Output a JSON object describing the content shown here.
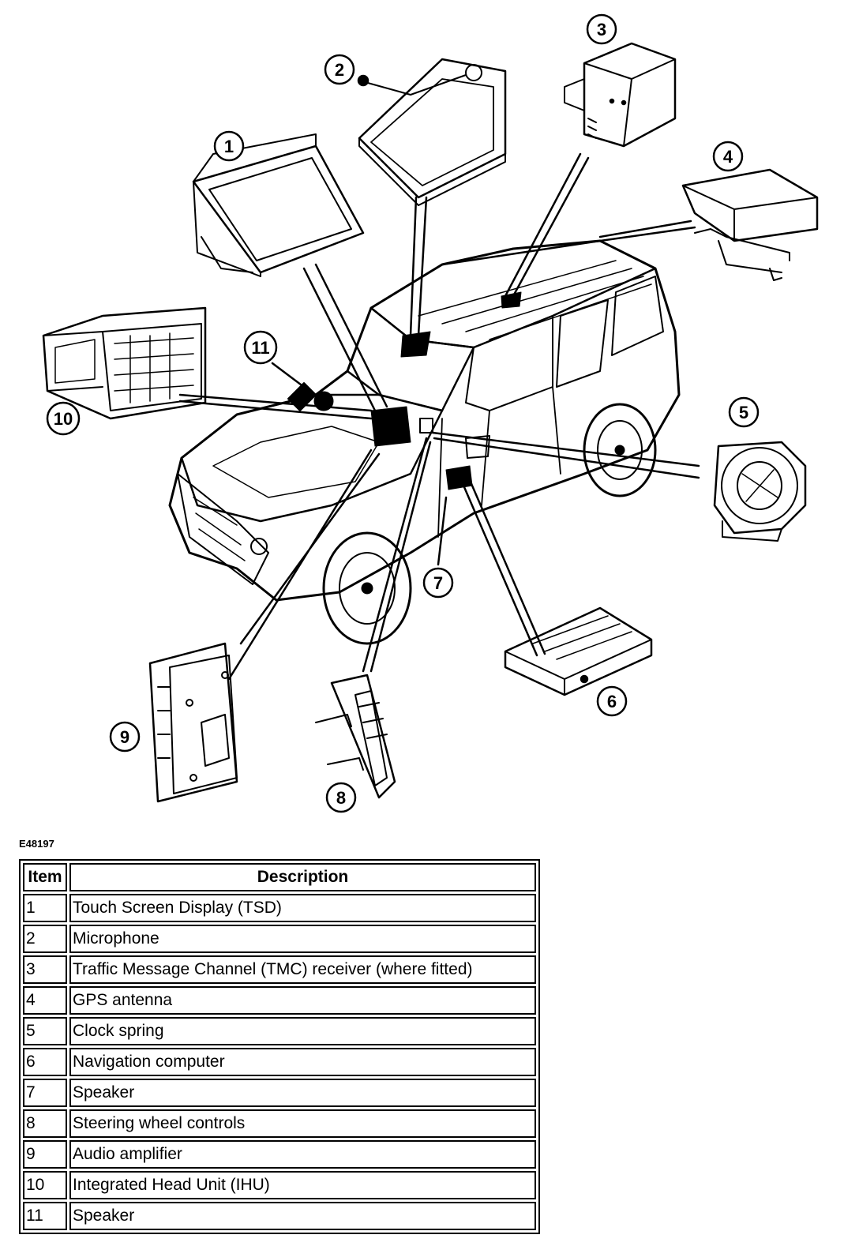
{
  "figure_code": "E48197",
  "callouts": [
    "1",
    "2",
    "3",
    "4",
    "5",
    "6",
    "7",
    "8",
    "9",
    "10",
    "11"
  ],
  "table": {
    "headers": [
      "Item",
      "Description"
    ],
    "rows": [
      {
        "item": "1",
        "description": "Touch Screen Display (TSD)"
      },
      {
        "item": "2",
        "description": "Microphone"
      },
      {
        "item": "3",
        "description": "Traffic Message Channel (TMC) receiver (where fitted)"
      },
      {
        "item": "4",
        "description": "GPS antenna"
      },
      {
        "item": "5",
        "description": "Clock spring"
      },
      {
        "item": "6",
        "description": "Navigation computer"
      },
      {
        "item": "7",
        "description": "Speaker"
      },
      {
        "item": "8",
        "description": "Steering wheel controls"
      },
      {
        "item": "9",
        "description": "Audio amplifier"
      },
      {
        "item": "10",
        "description": "Integrated Head Unit (IHU)"
      },
      {
        "item": "11",
        "description": "Speaker"
      }
    ]
  }
}
